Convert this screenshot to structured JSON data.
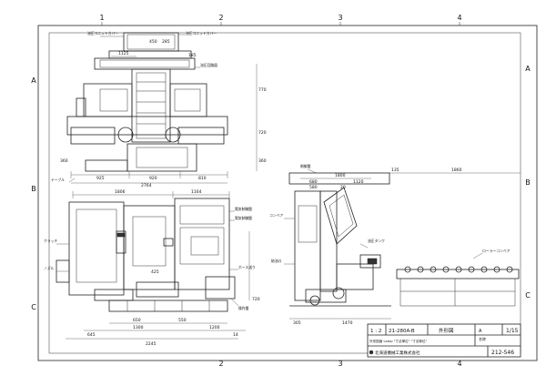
{
  "sheet": {
    "col_labels": [
      "1",
      "2",
      "3",
      "4"
    ],
    "row_labels": [
      "A",
      "B",
      "C"
    ]
  },
  "top_view": {
    "callouts": [
      "油圧ユニットカバー",
      "油圧ユニットカバー",
      "油圧回路図",
      "テーブル"
    ],
    "dims_h": [
      "1125",
      "450",
      "285",
      "185",
      "925",
      "920",
      "810",
      "2764"
    ],
    "dims_v": [
      "770",
      "720",
      "360",
      "360"
    ]
  },
  "front_view": {
    "callouts": [
      "電気制御盤",
      "電気制御盤",
      "ホース送り",
      "クラッチ",
      "ノズル",
      "操作盤"
    ],
    "dims_h": [
      "1806",
      "1164",
      "650",
      "550",
      "1300",
      "1200",
      "645",
      "2245",
      "14"
    ],
    "dims_v": [
      "720",
      "425"
    ]
  },
  "side_view": {
    "callouts": [
      "制御盤",
      "コンベア",
      "給油口",
      "油圧タンク"
    ],
    "dims_h": [
      "1800",
      "680",
      "1120",
      "580",
      "20",
      "305",
      "1470",
      "135",
      "1860"
    ],
    "conveyor_callout": "ローラーコンベア"
  },
  "title_block": {
    "scale": "1 : 2",
    "scale_label": "尺度",
    "drawing_no": "21-280A-B",
    "name": "外形図",
    "sheet": "1/15",
    "model_label": "名称",
    "company": "北海道機械工業株式会社",
    "footer_text": "外形図面 Lamp  \"寸法単位\"  \"寸法単位\"",
    "part_code": "212-546",
    "revision": "A"
  }
}
